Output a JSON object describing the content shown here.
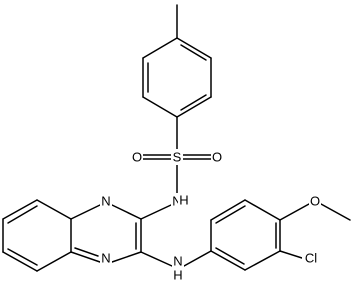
{
  "molecule": {
    "atoms": [
      {
        "id": "s1",
        "label": "S"
      },
      {
        "id": "o1",
        "label": "O"
      },
      {
        "id": "o2",
        "label": "O"
      },
      {
        "id": "n1",
        "label": "N"
      },
      {
        "id": "h1",
        "label": "H"
      },
      {
        "id": "n2",
        "label": "N"
      },
      {
        "id": "n3",
        "label": "N"
      },
      {
        "id": "n4",
        "label": "N"
      },
      {
        "id": "h4",
        "label": "H"
      },
      {
        "id": "o3",
        "label": "O"
      },
      {
        "id": "cl1",
        "label": "Cl"
      }
    ]
  },
  "colors": {
    "bond": "#000000",
    "label": "#000000",
    "background": "#ffffff"
  }
}
